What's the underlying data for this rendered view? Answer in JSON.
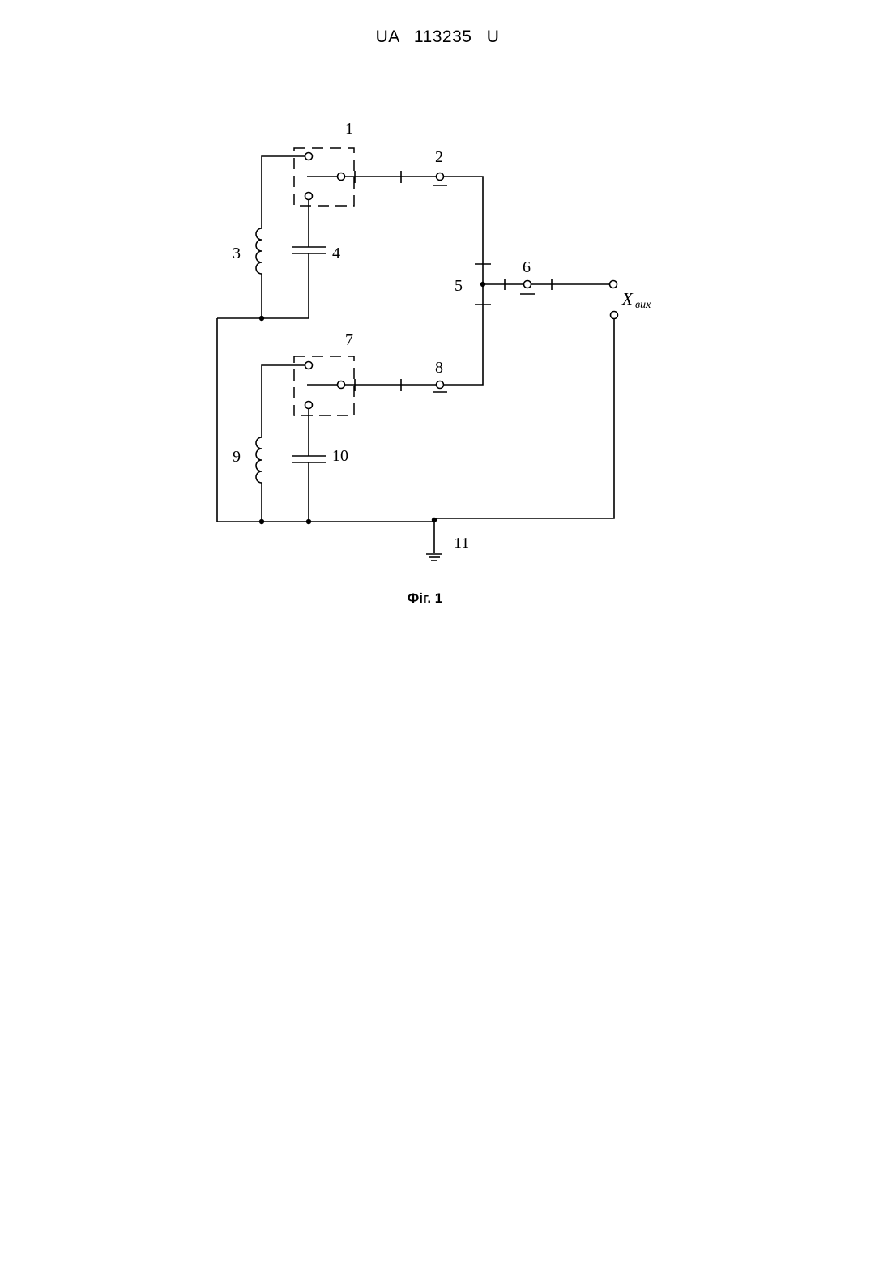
{
  "header": {
    "document_id": "UA   113235   U"
  },
  "figure": {
    "caption": "Фіг. 1",
    "labels": {
      "n1": "1",
      "n2": "2",
      "n3": "3",
      "n4": "4",
      "n5": "5",
      "n6": "6",
      "n7": "7",
      "n8": "8",
      "n9": "9",
      "n10": "10",
      "n11": "11"
    },
    "output": {
      "symbol": "X",
      "subscript": "вих"
    }
  }
}
